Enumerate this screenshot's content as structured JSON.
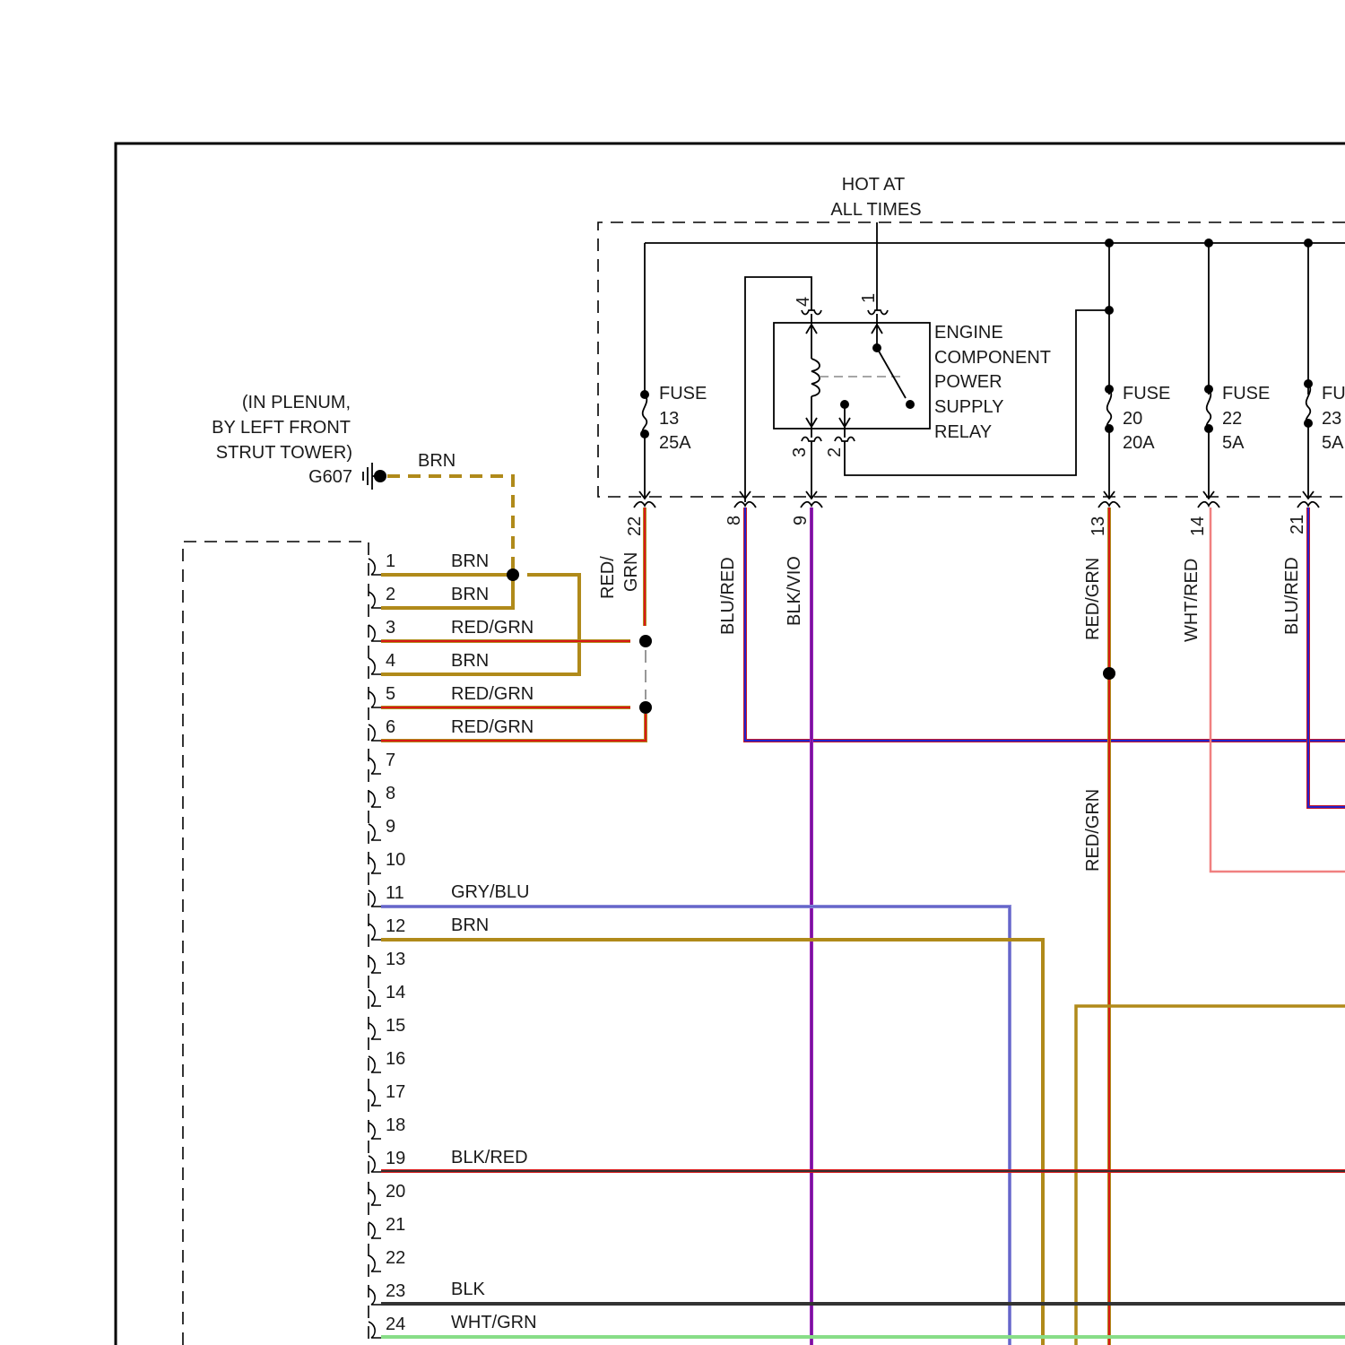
{
  "hot_at_all_times": [
    "HOT AT",
    "ALL TIMES"
  ],
  "ground": {
    "location": [
      "(IN PLENUM,",
      "BY LEFT FRONT",
      "STRUT TOWER)"
    ],
    "id": "G607",
    "wire": "BRN"
  },
  "relay": {
    "name": [
      "ENGINE",
      "COMPONENT",
      "POWER",
      "SUPPLY",
      "RELAY"
    ],
    "pin_labels": [
      "4",
      "1",
      "3",
      "2"
    ]
  },
  "fuses": [
    {
      "label": "FUSE",
      "number": "13",
      "amps": "25A"
    },
    {
      "label": "FUSE",
      "number": "20",
      "amps": "20A"
    },
    {
      "label": "FUSE",
      "number": "22",
      "amps": "5A"
    },
    {
      "label": "FUSE",
      "number": "23",
      "amps": "5A"
    }
  ],
  "fuse_box_pins": [
    "22",
    "8",
    "9",
    "13",
    "14",
    "21"
  ],
  "vertical_wires": {
    "red_grn_a": [
      "RED/",
      "GRN"
    ],
    "blu_red_a": "BLU/RED",
    "blk_vio": "BLK/VIO",
    "red_grn_b": "RED/GRN",
    "wht_red": "WHT/RED",
    "blu_red_b": "BLU/RED",
    "red_grn_c": "RED/GRN"
  },
  "connector_pins": [
    "1",
    "2",
    "3",
    "4",
    "5",
    "6",
    "7",
    "8",
    "9",
    "10",
    "11",
    "12",
    "13",
    "14",
    "15",
    "16",
    "17",
    "18",
    "19",
    "20",
    "21",
    "22",
    "23",
    "24"
  ],
  "pin_wires": {
    "1": "BRN",
    "2": "BRN",
    "3": "RED/GRN",
    "4": "BRN",
    "5": "RED/GRN",
    "6": "RED/GRN",
    "11": "GRY/BLU",
    "12": "BRN",
    "19": "BLK/RED",
    "23": "BLK",
    "24": "WHT/GRN"
  },
  "colors": {
    "brn": "#b08a1a",
    "red": "#d81818",
    "blu": "#2222cc",
    "vio": "#a020c0",
    "gry_blu": "#8a8ad8",
    "blk": "#333333",
    "wht_grn": "#88dd88",
    "wht_red": "#f08080"
  }
}
